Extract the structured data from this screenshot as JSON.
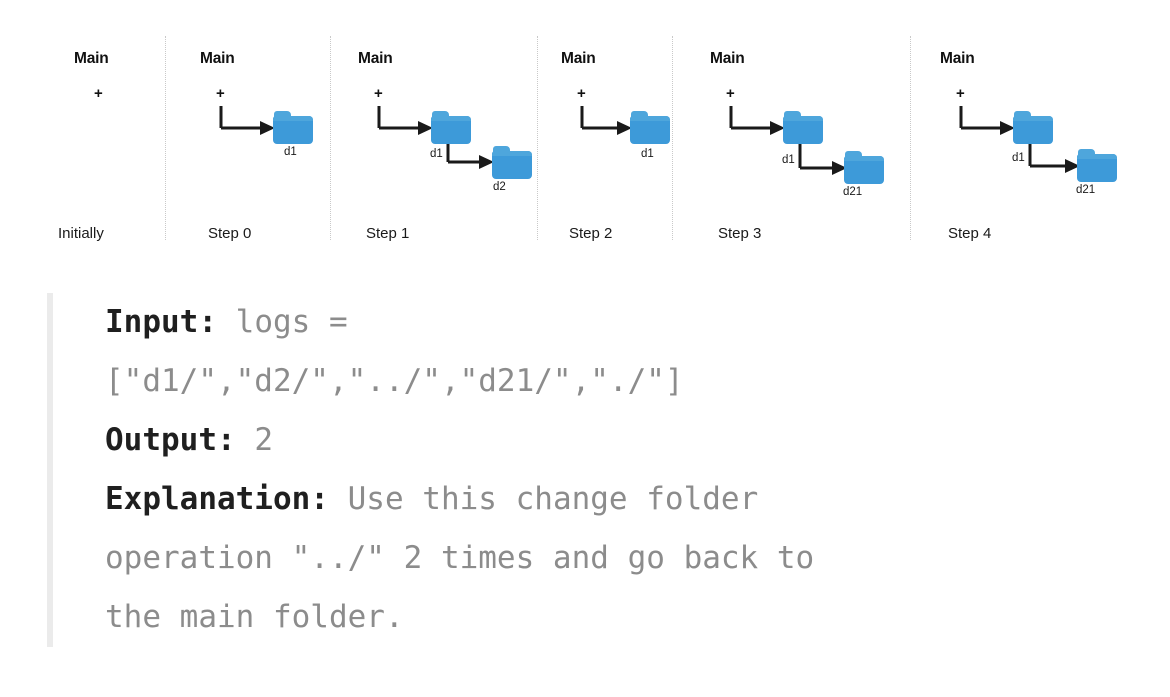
{
  "diagram": {
    "node_root_label": "Main",
    "node_root_connector": "+",
    "panels": [
      {
        "id": "initially",
        "caption": "Initially",
        "root": "Main",
        "plus": "+",
        "folders": []
      },
      {
        "id": "step-0",
        "caption": "Step 0",
        "root": "Main",
        "plus": "+",
        "folders": [
          {
            "label": "d1",
            "level": 1
          }
        ]
      },
      {
        "id": "step-1",
        "caption": "Step 1",
        "root": "Main",
        "plus": "+",
        "folders": [
          {
            "label": "d1",
            "level": 1
          },
          {
            "label": "d2",
            "level": 2
          }
        ]
      },
      {
        "id": "step-2",
        "caption": "Step 2",
        "root": "Main",
        "plus": "+",
        "folders": [
          {
            "label": "d1",
            "level": 1
          }
        ]
      },
      {
        "id": "step-3",
        "caption": "Step 3",
        "root": "Main",
        "plus": "+",
        "folders": [
          {
            "label": "d1",
            "level": 1
          },
          {
            "label": "d21",
            "level": 2
          }
        ]
      },
      {
        "id": "step-4",
        "caption": "Step 4",
        "root": "Main",
        "plus": "+",
        "folders": [
          {
            "label": "d1",
            "level": 1
          },
          {
            "label": "d21",
            "level": 2
          }
        ]
      }
    ],
    "colors": {
      "folder_body": "#3d9ad9",
      "folder_tab": "#4ea6dc",
      "arrow": "#1a1a1a",
      "separator": "#c9c9c9",
      "label_text": "#1a1a1a"
    }
  },
  "example": {
    "input_label": "Input:",
    "input_value_head": "logs =",
    "input_value_array": "[\"d1/\",\"d2/\",\"../\",\"d21/\",\"./\"]",
    "output_label": "Output:",
    "output_value": "2",
    "explanation_label": "Explanation:",
    "explanation_line_1": "Use this change folder",
    "explanation_line_2": "operation \"../\" 2 times and go back to",
    "explanation_line_3": "the main folder.",
    "accent_bar_color": "#ebebeb",
    "body_text_color": "#8c8c8c",
    "label_text_color": "#1f1f1f"
  }
}
